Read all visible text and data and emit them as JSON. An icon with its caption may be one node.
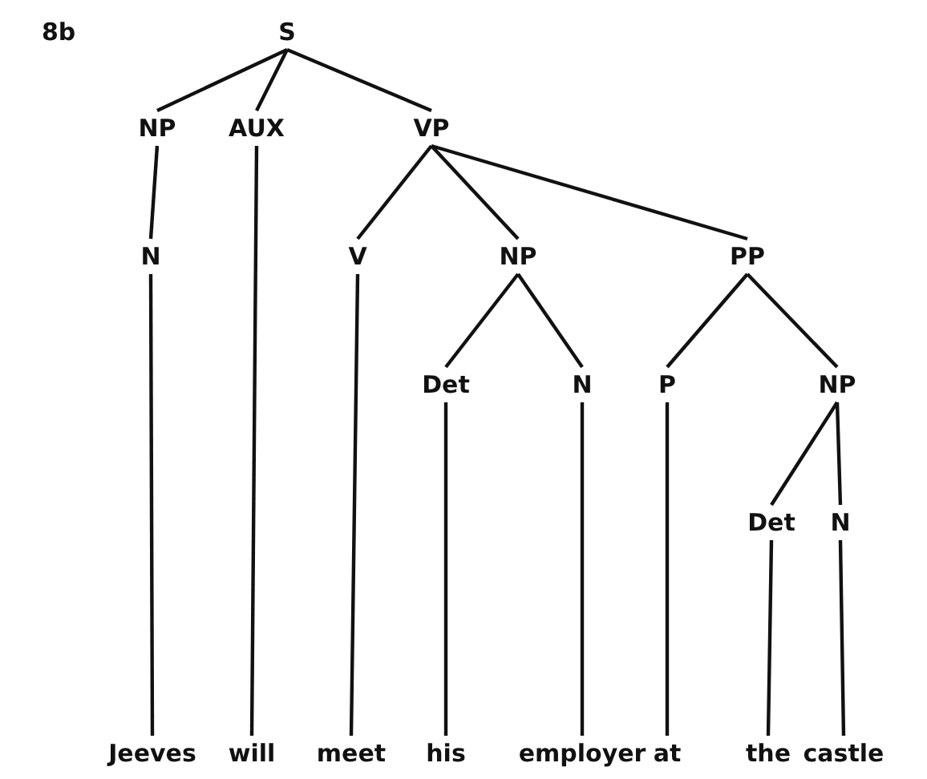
{
  "diagram": {
    "nodes": [
      {
        "text": [
          "S"
        ]
      },
      {
        "text": [
          "NP"
        ]
      },
      {
        "text": [
          "AUX"
        ]
      },
      {
        "text": [
          "VP"
        ]
      },
      {
        "text": [
          "N"
        ]
      },
      {
        "text": [
          "V"
        ]
      },
      {
        "text": [
          "NP"
        ]
      },
      {
        "text": [
          "PP"
        ]
      },
      {
        "text": [
          "Det"
        ]
      },
      {
        "text": [
          "N"
        ]
      },
      {
        "text": [
          "P"
        ]
      },
      {
        "text": [
          "NP"
        ]
      },
      {
        "text": [
          "Det"
        ]
      },
      {
        "text": [
          "N"
        ]
      },
      {
        "text": [
          "Jeeves"
        ]
      },
      {
        "text": [
          "will"
        ]
      },
      {
        "text": [
          "meet"
        ]
      },
      {
        "text": [
          "his"
        ]
      },
      {
        "text": [
          "employer"
        ]
      },
      {
        "text": [
          "at"
        ]
      },
      {
        "text": [
          "the"
        ]
      },
      {
        "text": [
          "castle"
        ]
      }
    ],
    "edges": [
      {
        "from": 0,
        "to": 1,
        "arrow": "none"
      },
      {
        "from": 0,
        "to": 2,
        "arrow": "none"
      },
      {
        "from": 0,
        "to": 3,
        "arrow": "none"
      },
      {
        "from": 1,
        "to": 4,
        "arrow": "none"
      },
      {
        "from": 4,
        "to": 14,
        "arrow": "none"
      },
      {
        "from": 2,
        "to": 15,
        "arrow": "none"
      },
      {
        "from": 3,
        "to": 5,
        "arrow": "none"
      },
      {
        "from": 3,
        "to": 6,
        "arrow": "none"
      },
      {
        "from": 3,
        "to": 7,
        "arrow": "none"
      },
      {
        "from": 5,
        "to": 16,
        "arrow": "none"
      },
      {
        "from": 6,
        "to": 8,
        "arrow": "none"
      },
      {
        "from": 6,
        "to": 9,
        "arrow": "none"
      },
      {
        "from": 8,
        "to": 17,
        "arrow": "none"
      },
      {
        "from": 9,
        "to": 18,
        "arrow": "none"
      },
      {
        "from": 7,
        "to": 10,
        "arrow": "none"
      },
      {
        "from": 7,
        "to": 11,
        "arrow": "none"
      },
      {
        "from": 10,
        "to": 19,
        "arrow": "none"
      },
      {
        "from": 11,
        "to": 12,
        "arrow": "none"
      },
      {
        "from": 11,
        "to": 13,
        "arrow": "none"
      },
      {
        "from": 12,
        "to": 20,
        "arrow": "none"
      },
      {
        "from": 13,
        "to": 21,
        "arrow": "none"
      }
    ],
    "labels": [
      "8b"
    ]
  }
}
